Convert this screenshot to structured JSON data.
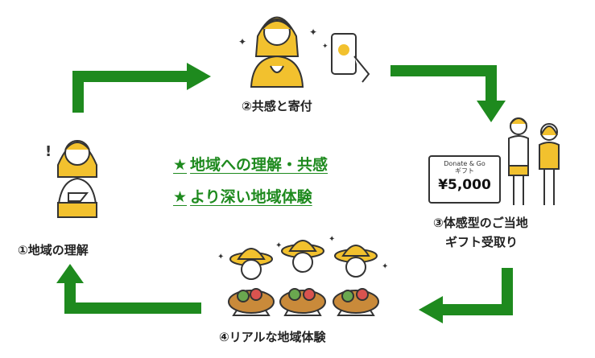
{
  "steps": {
    "step1": "①地域の理解",
    "step2": "②共感と寄付",
    "step3_line1": "③体感型のご当地",
    "step3_line2": "ギフト受取り",
    "step4": "④リアルな地域体験"
  },
  "center": {
    "star": "★",
    "line1": "地域への理解・共感",
    "line2": "より深い地域体験"
  },
  "gift_card": {
    "brand": "Donate & Go",
    "type": "ギフト",
    "amount": "¥5,000"
  },
  "colors": {
    "arrow_green": "#1e8a1e",
    "hair_yellow": "#f2c12e",
    "skin": "#ffffff",
    "outline": "#333333"
  }
}
